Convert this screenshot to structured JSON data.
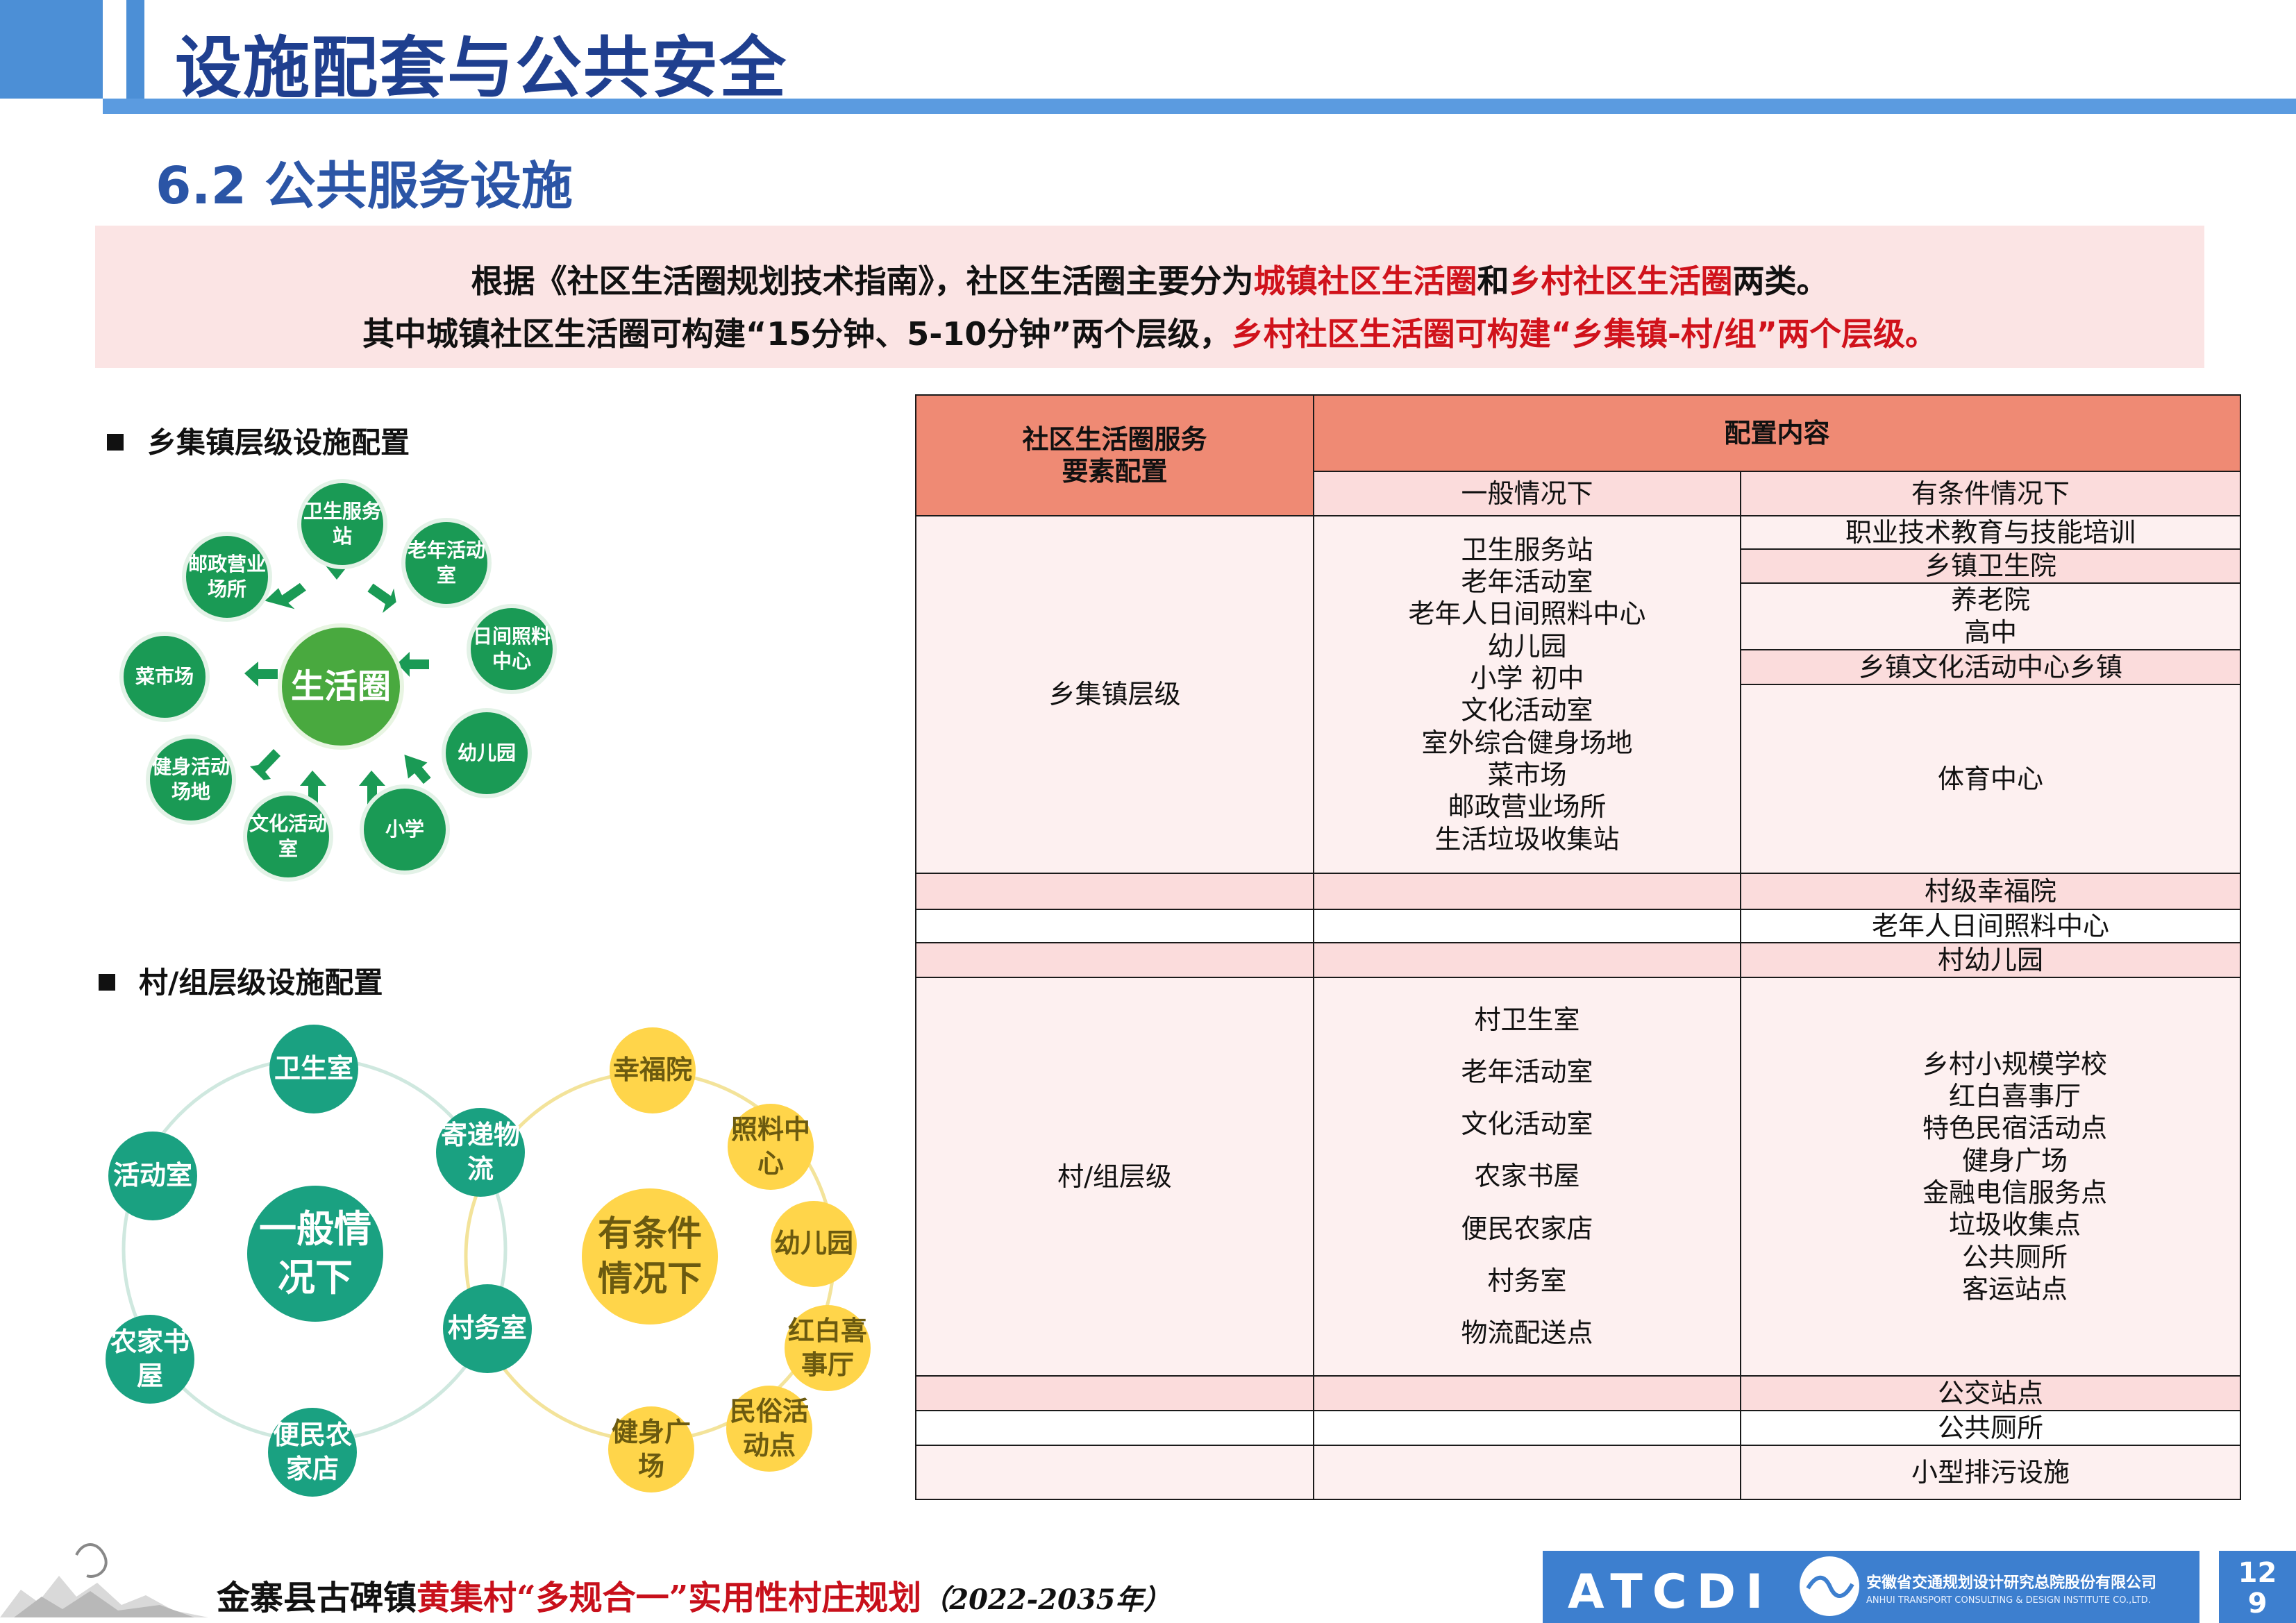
{
  "header": {
    "title": "设施配套与公共安全",
    "subtitle": "6.2 公共服务设施"
  },
  "intro": {
    "line1": [
      {
        "text": "根据《社区生活圈规划技术指南》，社区生活圈主要分为",
        "red": false
      },
      {
        "text": "城镇社区生活圈",
        "red": true
      },
      {
        "text": "和",
        "red": false
      },
      {
        "text": "乡村社区生活圈",
        "red": true
      },
      {
        "text": "两类。",
        "red": false
      }
    ],
    "line2": [
      {
        "text": "其中城镇社区生活圈可构建“15分钟、5-10分钟”两个层级，",
        "red": false
      },
      {
        "text": "乡村社区生活圈可构建“乡集镇-村/组”两个层级。",
        "red": true
      }
    ]
  },
  "left": {
    "heading1": "乡集镇层级设施配置",
    "heading2": "村/组层级设施配置",
    "diagram1": {
      "center": "生活圈",
      "nodes": [
        "卫生服务站",
        "老年活动室",
        "日间照料中心",
        "幼儿园",
        "小学",
        "文化活动室",
        "健身活动场地",
        "菜市场",
        "邮政营业场所"
      ]
    },
    "diagram2": {
      "general_center": "一般情况下",
      "conditional_center": "有条件情况下",
      "general_nodes": [
        "卫生室",
        "寄递物流",
        "村务室",
        "便民农家店",
        "农家书屋",
        "活动室"
      ],
      "conditional_nodes": [
        "幸福院",
        "照料中心",
        "幼儿园",
        "红白喜事厅",
        "民俗活动点",
        "健身广场"
      ]
    }
  },
  "table": {
    "header_col1": "社区生活圈服务要素配置",
    "header_col2": "配置内容",
    "sub_general": "一般情况下",
    "sub_conditional": "有条件情况下",
    "town_label": "乡集镇层级",
    "town_general": [
      "卫生服务站",
      "老年活动室",
      "老年人日间照料中心",
      "幼儿园",
      "小学 初中",
      "文化活动室",
      "室外综合健身场地",
      "菜市场",
      "邮政营业场所",
      "生活垃圾收集站"
    ],
    "town_conditional": [
      "职业技术教育与技能培训",
      "乡镇卫生院",
      "养老院",
      "高中",
      "乡镇文化活动中心乡镇",
      "体育中心"
    ],
    "extra_rows_1": [
      "村级幸福院",
      "老年人日间照料中心",
      "村幼儿园"
    ],
    "village_label": "村/组层级",
    "village_general": [
      "村卫生室",
      "老年活动室",
      "文化活动室",
      "农家书屋",
      "便民农家店",
      "村务室",
      "物流配送点"
    ],
    "village_conditional": [
      "乡村小规模学校",
      "红白喜事厅",
      "特色民宿活动点",
      "健身广场",
      "金融电信服务点",
      "垃圾收集点",
      "公共厕所",
      "客运站点"
    ],
    "extra_rows_2": [
      "公交站点",
      "公共厕所",
      "小型排污设施"
    ]
  },
  "footer": {
    "text_black1": "金寨县古碑镇",
    "text_red": "黄集村“多规合一”实用性村庄规划",
    "text_black2": "（2022-2035年）",
    "logo_text": "ATCDI",
    "company_cn": "安徽省交通规划设计研究总院股份有限公司",
    "company_en": "ANHUI TRANSPORT CONSULTING & DESIGN INSTITUTE CO.,LTD.",
    "page_number": "129"
  },
  "colors": {
    "header_blue": "#4c8fd6",
    "title_blue": "#1f3f8f",
    "emphasis_red": "#d0121b",
    "table_header": "#ef8a74",
    "table_pink": "#fbdcdc",
    "circle_green": "#1a9a55",
    "circle_teal": "#1aa181",
    "circle_yellow": "#ffd54a"
  }
}
